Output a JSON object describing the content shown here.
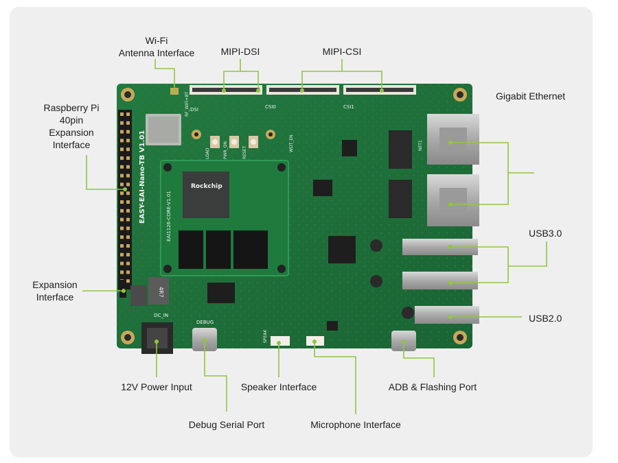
{
  "figure": {
    "board_silkscreen": "EASY-EAI-Nano-TB V1.01",
    "core_module_silkscreen": "EAI1126-CORE-V1.01",
    "soc_brand": "Rockchip",
    "connector_marks": {
      "dsi": "DSI",
      "csi0": "CSI0",
      "csi1": "CSI1",
      "wifi": "RF_WIFI+BT",
      "load": "LOAD",
      "pwr_on": "PWR_ON",
      "reset": "RESET",
      "debug": "DEBUG",
      "dc_in": "DC_IN",
      "speak": "SPEAK",
      "net": "NET1",
      "wdt": "WDT_EN",
      "chip_marking": "4R7"
    },
    "labels": {
      "wifi": {
        "line1": "Wi-Fi",
        "line2": "Antenna Interface"
      },
      "mipi_dsi": "MIPI-DSI",
      "mipi_csi": "MIPI-CSI",
      "raspberry": {
        "line1": "Raspberry Pi",
        "line2": "40pin",
        "line3": "Expansion",
        "line4": "Interface"
      },
      "gigabit": "Gigabit Ethernet",
      "usb3": "USB3.0",
      "usb2": "USB2.0",
      "expansion": {
        "line1": "Expansion",
        "line2": "Interface"
      },
      "power": "12V Power Input",
      "debug": "Debug Serial Port",
      "speaker": "Speaker Interface",
      "microphone": "Microphone Interface",
      "adb": "ADB & Flashing Port"
    },
    "colors": {
      "pcb": "#1f6f3a",
      "pcb_dark": "#175a2e",
      "callout_line": "#8fc641",
      "background": "#efefef"
    }
  }
}
